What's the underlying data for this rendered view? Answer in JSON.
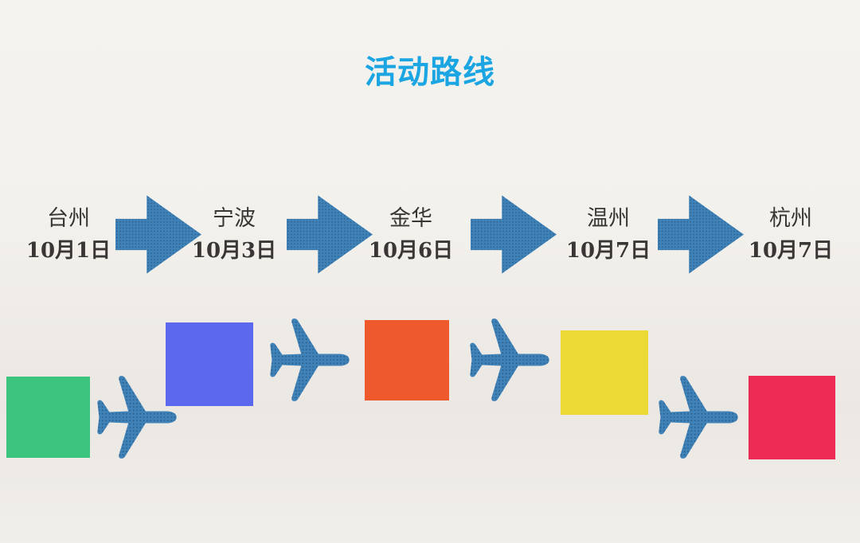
{
  "title": {
    "text": "活动路线",
    "color": "#1ba6e3"
  },
  "stops": [
    {
      "city": "台州",
      "date": "10月1日",
      "color": "#3cc57c"
    },
    {
      "city": "宁波",
      "date": "10月3日",
      "color": "#5c68ee"
    },
    {
      "city": "金华",
      "date": "10月6日",
      "color": "#ee5a2b"
    },
    {
      "city": "温州",
      "date": "10月7日",
      "color": "#ecd935"
    },
    {
      "city": "杭州",
      "date": "10月7日",
      "color": "#ec2a53"
    }
  ],
  "icons": {
    "arrow": "right-arrow-icon",
    "plane": "airplane-icon",
    "arrow_color": "#3f7fb3",
    "plane_color": "#3d84b5"
  }
}
